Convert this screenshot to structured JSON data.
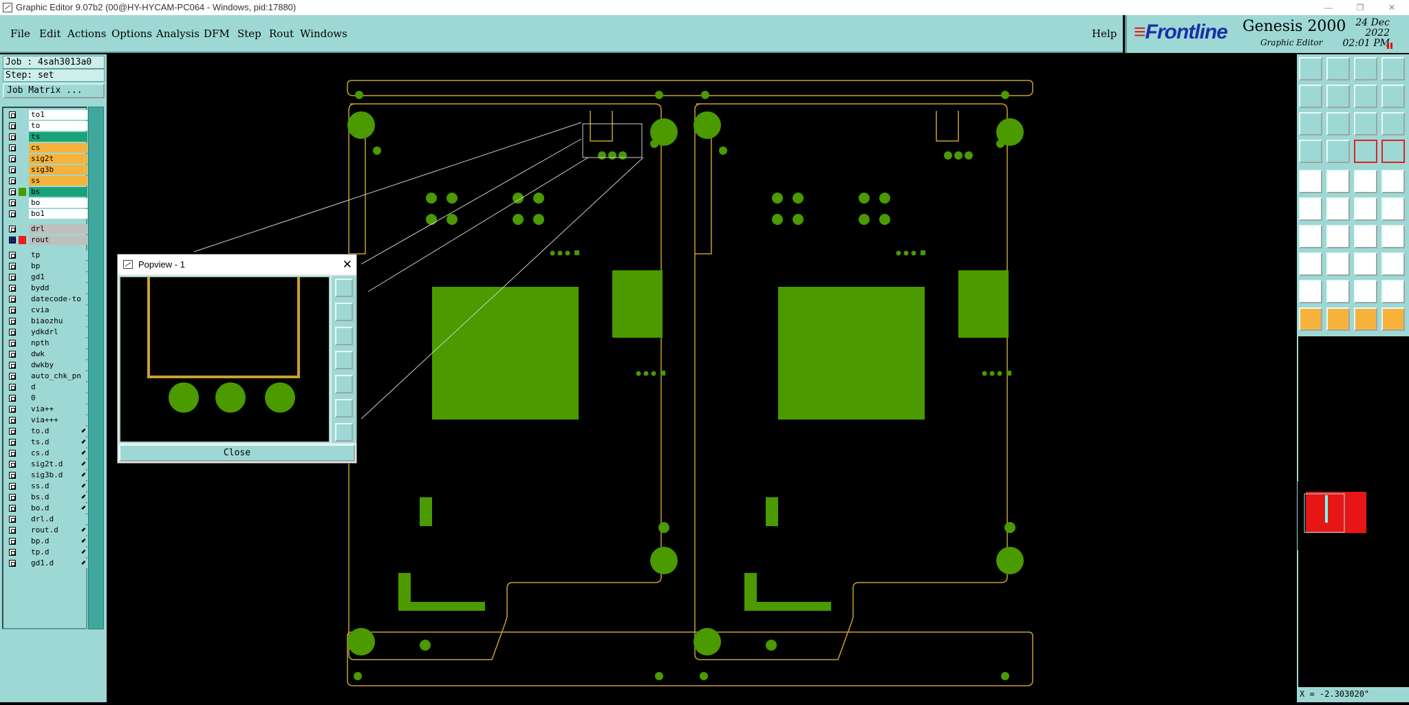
{
  "window": {
    "title": "Graphic Editor 9.07b2 (00@HY-HYCAM-PC064 - Windows, pid:17880)",
    "buttons": [
      "—",
      "❐",
      "✕"
    ]
  },
  "menu": {
    "items": [
      "File",
      "Edit",
      "Actions",
      "Options",
      "Analysis",
      "DFM",
      "Step",
      "Rout",
      "Windows"
    ],
    "help": "Help"
  },
  "brand": {
    "logo": "Frontline",
    "product": "Genesis 2000",
    "subtitle": "Graphic Editor",
    "date": "24 Dec 2022",
    "time": "02:01 PM"
  },
  "job": {
    "job_label": "Job : 4sah3013a0",
    "step_label": "Step: set",
    "matrix_button": "Job Matrix ..."
  },
  "layers": [
    {
      "name": "to1",
      "color": "#ffffff"
    },
    {
      "name": "to",
      "color": "#ffffff"
    },
    {
      "name": "ts",
      "color": "#1aa37a"
    },
    {
      "name": "cs",
      "color": "#f7b23b"
    },
    {
      "name": "sig2t",
      "color": "#f7b23b"
    },
    {
      "name": "sig3b",
      "color": "#f7b23b"
    },
    {
      "name": "ss",
      "color": "#f7b23b"
    },
    {
      "name": "bs",
      "color": "#1aa37a"
    },
    {
      "name": "bo",
      "color": "#ffffff"
    },
    {
      "name": "bo1",
      "color": "#ffffff"
    },
    {
      "name": "drl",
      "color": "#bfbfbf"
    },
    {
      "name": "rout",
      "color": "#bfbfbf"
    },
    {
      "name": "tp",
      "color": "#9ed8d4"
    },
    {
      "name": "bp",
      "color": "#9ed8d4"
    },
    {
      "name": "gd1",
      "color": "#9ed8d4"
    },
    {
      "name": "bydd",
      "color": "#9ed8d4"
    },
    {
      "name": "datecode-to",
      "color": "#9ed8d4"
    },
    {
      "name": "cvia",
      "color": "#9ed8d4"
    },
    {
      "name": "biaozhu",
      "color": "#9ed8d4"
    },
    {
      "name": "ydkdrl",
      "color": "#9ed8d4"
    },
    {
      "name": "npth",
      "color": "#9ed8d4"
    },
    {
      "name": "dwk",
      "color": "#9ed8d4"
    },
    {
      "name": "dwkby",
      "color": "#9ed8d4"
    },
    {
      "name": "auto_chk_pn",
      "color": "#9ed8d4"
    },
    {
      "name": "d",
      "color": "#9ed8d4"
    },
    {
      "name": "0",
      "color": "#9ed8d4"
    },
    {
      "name": "via++",
      "color": "#9ed8d4"
    },
    {
      "name": "via+++",
      "color": "#9ed8d4"
    },
    {
      "name": "to.d",
      "color": "#9ed8d4"
    },
    {
      "name": "ts.d",
      "color": "#9ed8d4"
    },
    {
      "name": "cs.d",
      "color": "#9ed8d4"
    },
    {
      "name": "sig2t.d",
      "color": "#9ed8d4"
    },
    {
      "name": "sig3b.d",
      "color": "#9ed8d4"
    },
    {
      "name": "ss.d",
      "color": "#9ed8d4"
    },
    {
      "name": "bs.d",
      "color": "#9ed8d4"
    },
    {
      "name": "bo.d",
      "color": "#9ed8d4"
    },
    {
      "name": "drl.d",
      "color": "#9ed8d4"
    },
    {
      "name": "rout.d",
      "color": "#9ed8d4"
    },
    {
      "name": "bp.d",
      "color": "#9ed8d4"
    },
    {
      "name": "tp.d",
      "color": "#9ed8d4"
    },
    {
      "name": "gd1.d",
      "color": "#9ed8d4"
    }
  ],
  "popview": {
    "title": "Popview - 1",
    "close_label": "Close"
  },
  "status": {
    "coords": "X = -2.303020\""
  },
  "colors": {
    "board_fill": "#4a9a00",
    "board_outline": "#c8a032",
    "panel_bg": "#9ed8d4",
    "accent_red": "#d22222"
  }
}
